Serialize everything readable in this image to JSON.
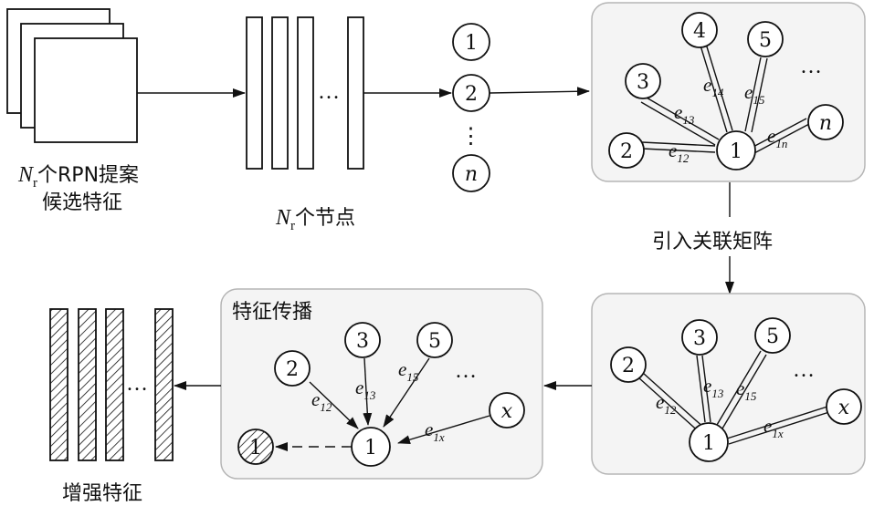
{
  "labels": {
    "candidate_features_line1": "个RPN提案",
    "candidate_features_line2": "候选特征",
    "nodes_caption": "个节点",
    "nr_symbol": "N",
    "nr_sub": "r",
    "relation_step": "引入关联矩阵",
    "propagation_title": "特征传播",
    "enhanced_features": "增强特征"
  },
  "node_labels": {
    "one": "1",
    "two": "2",
    "three": "3",
    "four": "4",
    "five": "5",
    "n": "n",
    "x": "x",
    "dots": "…",
    "vdots": "⋮"
  },
  "edge_symbol": "e",
  "edge_subs": {
    "e12": "12",
    "e13": "13",
    "e14": "14",
    "e15": "15",
    "e1n": "1n",
    "e1x": "1x"
  }
}
